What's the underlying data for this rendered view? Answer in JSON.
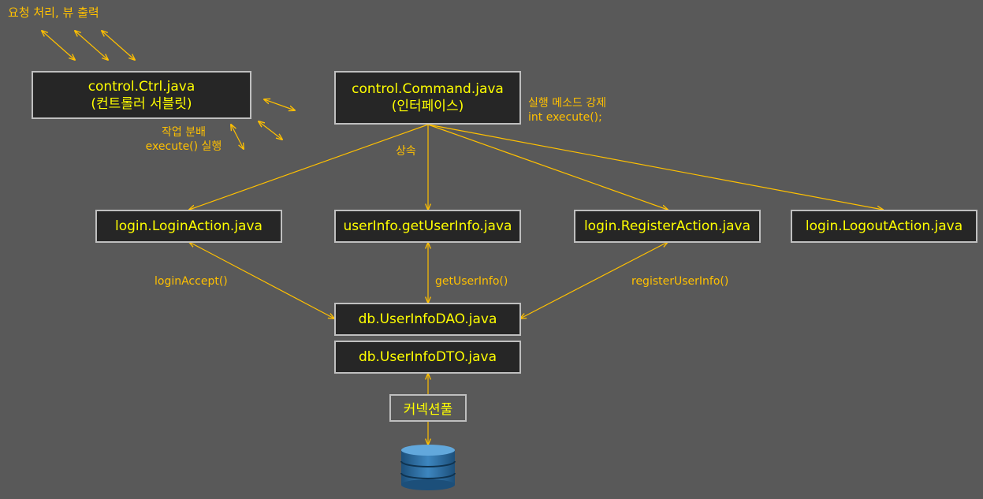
{
  "colors": {
    "background": "#595959",
    "node_fill": "#262626",
    "node_border": "#bfbfbf",
    "node_text": "#ffff00",
    "connector": "#ffc000"
  },
  "annotations": {
    "request": "요청 처리, 뷰 출력",
    "dispatch_1": "작업 분배",
    "dispatch_2": "execute() 실행",
    "enforce_1": "실행 메소드 강제",
    "enforce_2": "int execute();",
    "inherit": "상속"
  },
  "nodes": {
    "ctrl_1": "control.Ctrl.java",
    "ctrl_2": "(컨트롤러 서블릿)",
    "command_1": "control.Command.java",
    "command_2": "(인터페이스)",
    "login_action": "login.LoginAction.java",
    "get_user_info": "userInfo.getUserInfo.java",
    "register_action": "login.RegisterAction.java",
    "logout_action": "login.LogoutAction.java",
    "dao": "db.UserInfoDAO.java",
    "dto": "db.UserInfoDTO.java",
    "pool": "커넥션풀",
    "db_icon": "database-icon"
  },
  "edge_labels": {
    "login_accept": "loginAccept()",
    "get_user_info": "getUserInfo()",
    "register_user_info": "registerUserInfo()"
  }
}
